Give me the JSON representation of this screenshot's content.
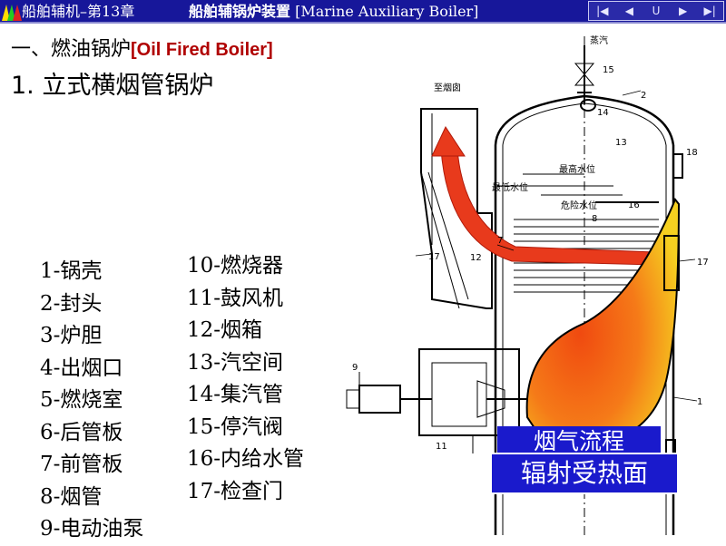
{
  "header": {
    "course": "船舶辅机–第13章",
    "chapter_cn": "船舶辅锅炉装置",
    "chapter_en": " [Marine Auxiliary Boiler]",
    "nav": [
      "|◀",
      "◀",
      "U",
      "▶",
      "▶|"
    ]
  },
  "title": {
    "section_cn": "一、燃油锅炉",
    "section_en": "[Oil Fired Boiler]",
    "subsection": "1. 立式横烟管锅炉"
  },
  "legend_left": [
    "1-锅壳",
    "2-封头",
    "3-炉胆",
    "4-出烟口",
    "5-燃烧室",
    "6-后管板",
    "7-前管板",
    "8-烟管",
    "9-电动油泵"
  ],
  "legend_right": [
    "10-燃烧器",
    "11-鼓风机",
    "12-烟箱",
    "13-汽空间",
    "14-集汽管",
    "15-停汽阀",
    "16-内给水管",
    "17-检查门"
  ],
  "figure": {
    "steam_label": "蒸汽",
    "to_chimney": "至烟囱",
    "max_water": "最高水位",
    "min_water": "最低水位",
    "danger_water": "危险水位",
    "numbers": [
      "15",
      "2",
      "14",
      "13",
      "18",
      "16",
      "8",
      "7",
      "12",
      "17",
      "17",
      "9",
      "1",
      "11"
    ]
  },
  "overlay": {
    "label_hidden": "烟气流程",
    "label": "辐射受热面"
  },
  "colors": {
    "header_bg": "#17179a",
    "title_en": "#b00000",
    "label_box": "#1a1acc",
    "flame_outer": "#f0e020",
    "flame_inner": "#f05010",
    "flow_arrow": "#e83a1c"
  }
}
